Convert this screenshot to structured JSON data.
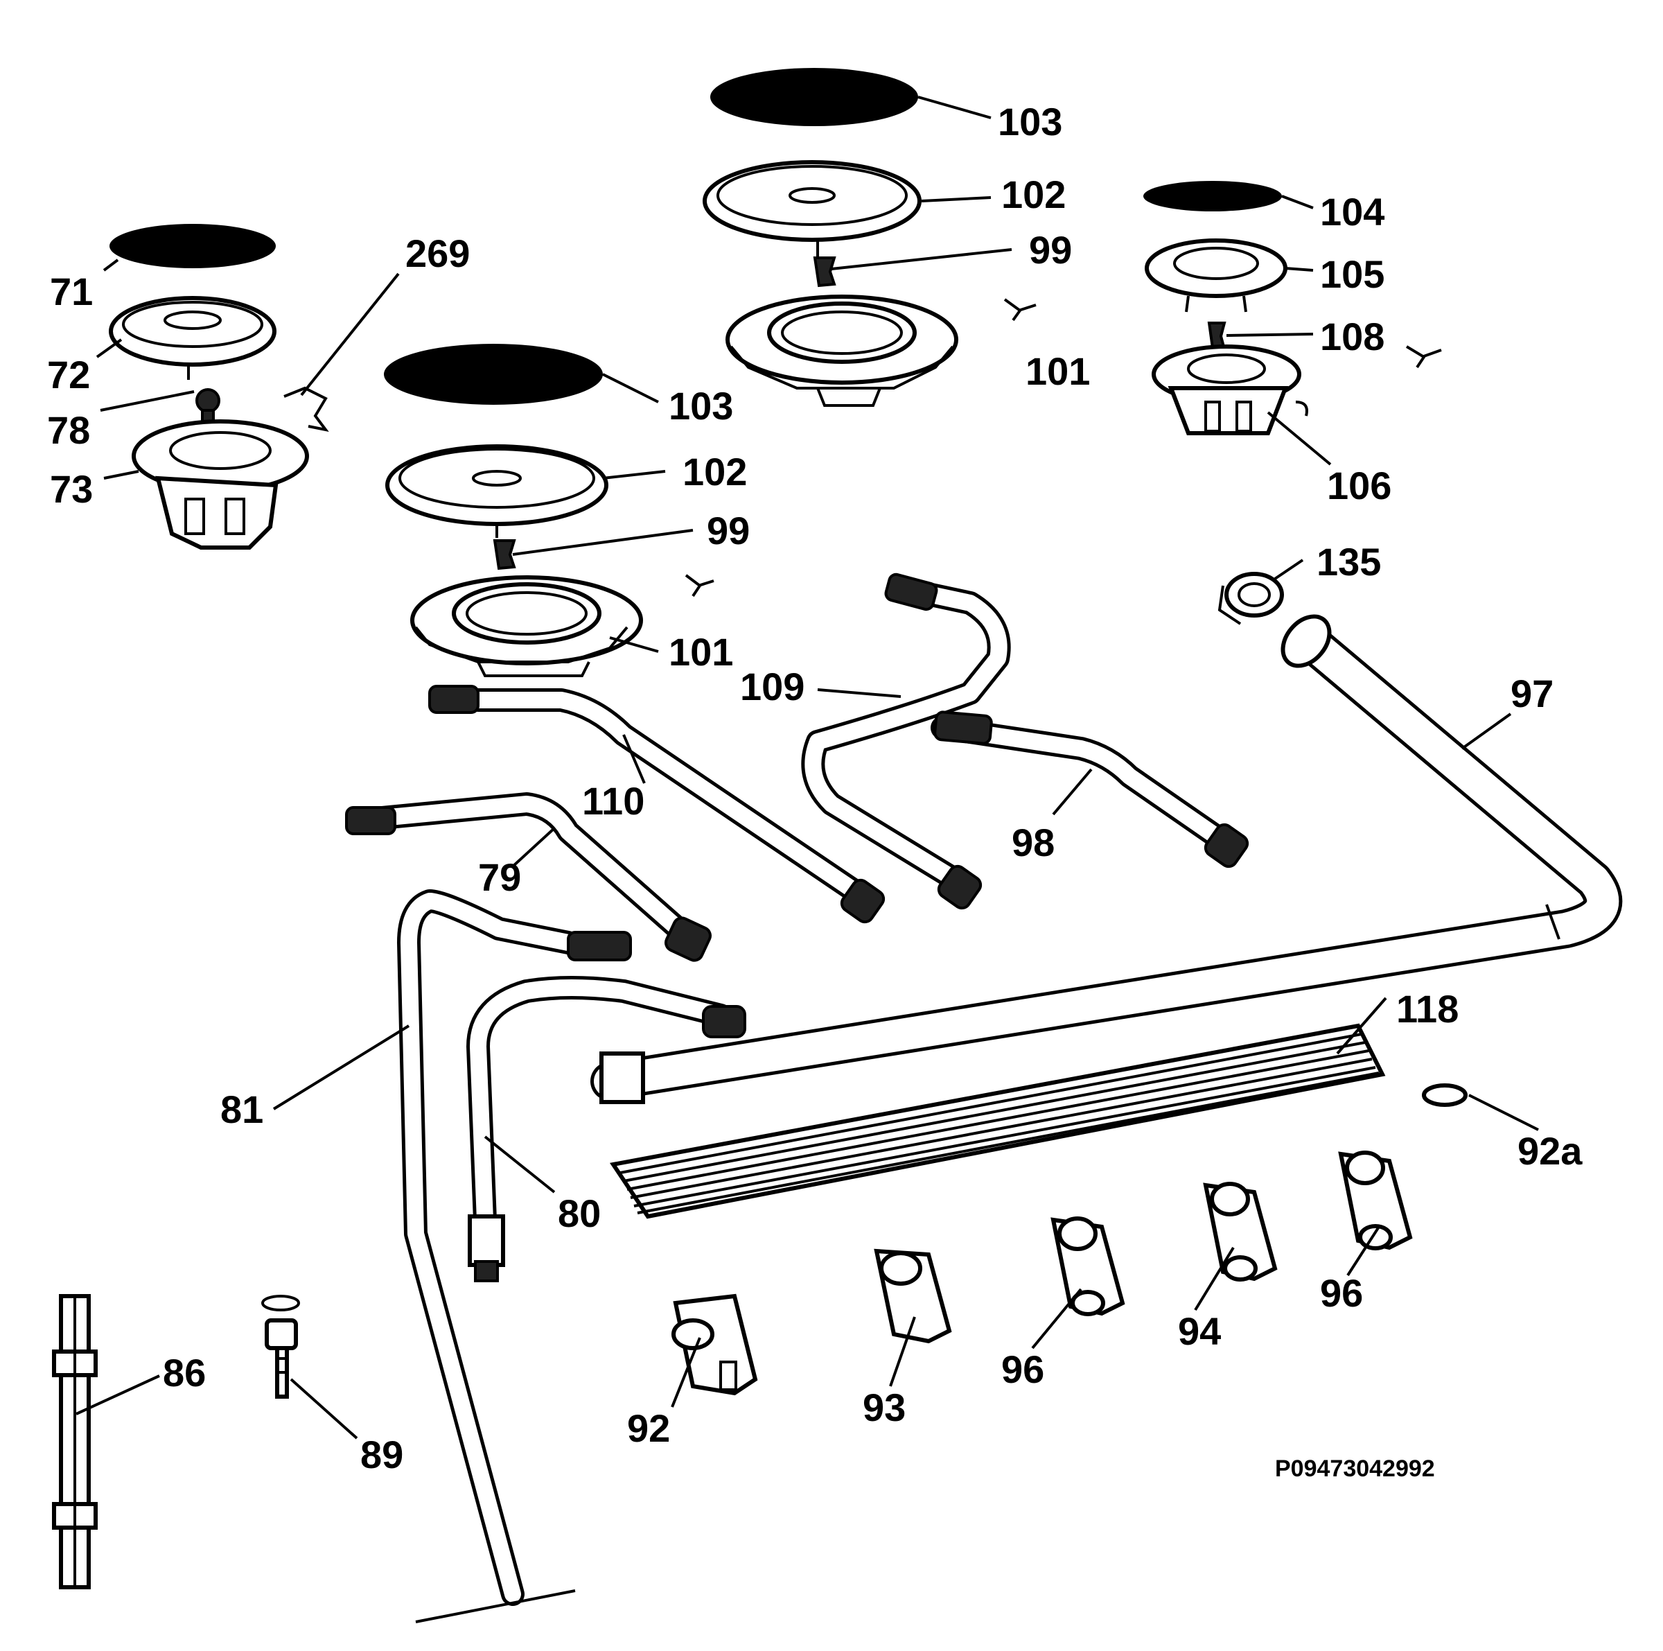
{
  "drawing_code": "P09473042992",
  "labels": {
    "l71": "71",
    "l72": "72",
    "l78": "78",
    "l73": "73",
    "l269": "269",
    "l103a": "103",
    "l102a": "102",
    "l99a": "99",
    "l101a": "101",
    "l103b": "103",
    "l102b": "102",
    "l99b": "99",
    "l101b": "101",
    "l104": "104",
    "l105": "105",
    "l108": "108",
    "l106": "106",
    "l135": "135",
    "l97": "97",
    "l109": "109",
    "l110": "110",
    "l98": "98",
    "l79": "79",
    "l81": "81",
    "l80": "80",
    "l118": "118",
    "l92a": "92a",
    "l86": "86",
    "l89": "89",
    "l92": "92",
    "l93": "93",
    "l96a": "96",
    "l94": "94",
    "l96b": "96"
  }
}
